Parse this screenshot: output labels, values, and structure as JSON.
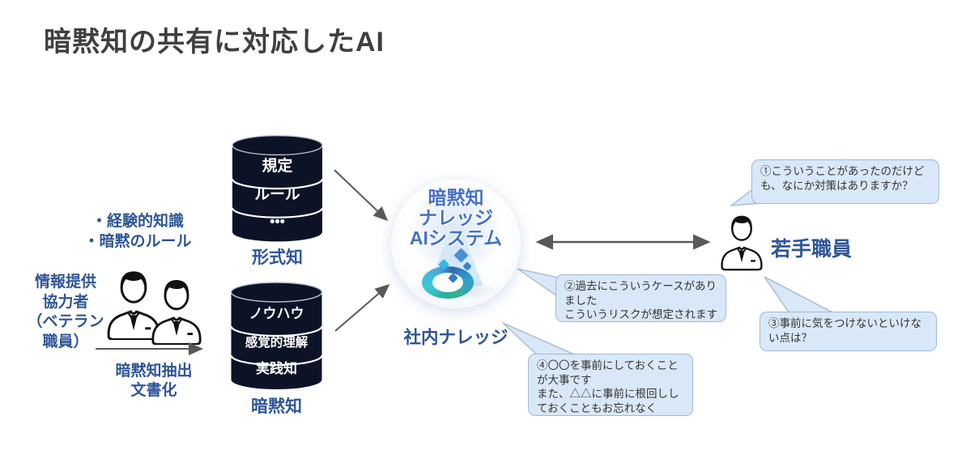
{
  "title": "暗黙知の共有に対応したAI",
  "colors": {
    "accent_blue": "#2E5697",
    "ai_text_blue": "#4472C4",
    "bubble_fill": "#D9E8F8",
    "bubble_border": "#9FB8D1",
    "cylinder_dark": "#0D1326",
    "arrow_gray": "#595959",
    "title_gray": "#3F3F3F"
  },
  "left_panel": {
    "knowledge_notes": {
      "line1": "・経験的知識",
      "line2": "・暗黙のルール"
    },
    "provider": {
      "line1": "情報提供",
      "line2": "協力者",
      "line3": "（ベテラン",
      "line4": "職員）"
    },
    "process": {
      "line1": "暗黙知抽出",
      "line2": "文書化"
    }
  },
  "databases": {
    "explicit": {
      "rows": [
        "規定",
        "ルール",
        "•••"
      ],
      "label": "形式知"
    },
    "tacit": {
      "rows": [
        "ノウハウ",
        "感覚的理解",
        "実践知"
      ],
      "label": "暗黙知"
    }
  },
  "ai_system": {
    "name_line1": "暗黙知",
    "name_line2": "ナレッジ",
    "name_line3": "AIシステム",
    "caption": "社内ナレッジ"
  },
  "right_panel": {
    "person_label": "若手職員"
  },
  "speech_bubbles": {
    "q1": {
      "line1": "①こういうことがあったのだけど",
      "line2": "も、なにか対策はありますか？"
    },
    "a2": {
      "line1": "②過去にこういうケースがあり",
      "line2": "ました",
      "line3": "こういうリスクが想定されます"
    },
    "q3": {
      "line1": "③事前に気をつけないといけな",
      "line2": "い点は？"
    },
    "a4": {
      "line1": "④〇〇を事前にしておくこと",
      "line2": "が大事です",
      "line3": "また、△△に事前に根回しし",
      "line4": "ておくこともお忘れなく"
    }
  }
}
